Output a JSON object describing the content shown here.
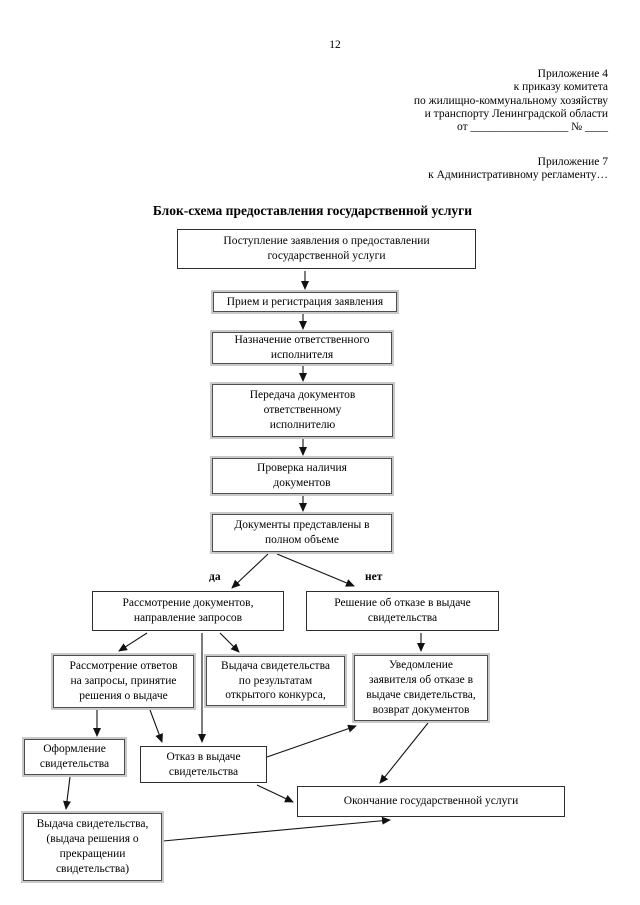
{
  "page": {
    "number": "12"
  },
  "header": {
    "appendix4_lines": [
      "Приложение 4",
      "к приказу комитета",
      "по жилищно-коммунальному хозяйству",
      "и транспорту Ленинградской области",
      "от _________________ № ____"
    ],
    "appendix7_lines": [
      "Приложение 7",
      "к Административному регламенту…"
    ]
  },
  "title": "Блок-схема предоставления государственной услуги",
  "flowchart": {
    "branch_yes": "да",
    "branch_no": "нет",
    "nodes": [
      {
        "id": "application-received",
        "label": "Поступление заявления о предоставлении\nгосударственной услуги"
      },
      {
        "id": "reception-registration",
        "label": "Прием и регистрация заявления"
      },
      {
        "id": "assign-executor",
        "label": "Назначение ответственного\nисполнителя"
      },
      {
        "id": "transfer-documents",
        "label": "Передача документов\nответственному\nисполнителю"
      },
      {
        "id": "check-documents",
        "label": "Проверка наличия\nдокументов"
      },
      {
        "id": "documents-complete",
        "label": "Документы представлены в\nполном объеме"
      },
      {
        "id": "review-documents",
        "label": "Рассмотрение документов,\nнаправление запросов"
      },
      {
        "id": "refusal-decision",
        "label": "Решение об отказе в выдаче\nсвидетельства"
      },
      {
        "id": "review-responses",
        "label": "Рассмотрение ответов\nна запросы, принятие\nрешения о выдаче"
      },
      {
        "id": "issue-by-tender",
        "label": "Выдача свидетельства\nпо результатам\nоткрытого конкурса,"
      },
      {
        "id": "notify-refusal",
        "label": "Уведомление\nзаявителя об отказе в\nвыдаче свидетельства,\nвозврат документов"
      },
      {
        "id": "certificate-preparation",
        "label": "Оформление\nсвидетельства"
      },
      {
        "id": "refusal-issue",
        "label": "Отказ в выдаче\nсвидетельства"
      },
      {
        "id": "service-end",
        "label": "Окончание государственной услуги"
      },
      {
        "id": "certificate-issue",
        "label": "Выдача свидетельства,\n(выдача решения о\nпрекращении\nсвидетельства)"
      }
    ]
  }
}
